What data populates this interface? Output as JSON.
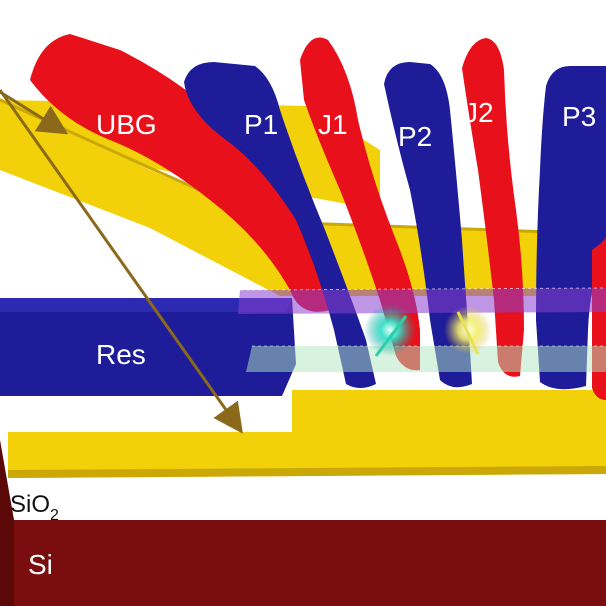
{
  "labels": {
    "ubg": "UBG",
    "p1": "P1",
    "j1": "J1",
    "p2": "P2",
    "j2": "J2",
    "p3": "P3",
    "res": "Res",
    "sio2_base": "SiO",
    "sio2_sub": "2",
    "si": "Si"
  },
  "colors": {
    "red_gate": "#e8101a",
    "blue_gate": "#1e1c98",
    "gold_layer": "#f2d10a",
    "substrate": "#7a0d0d",
    "arrow": "#8a6a1a",
    "dot_cyan": "#33e0d8",
    "dot_yellow": "#f4ef6a"
  }
}
